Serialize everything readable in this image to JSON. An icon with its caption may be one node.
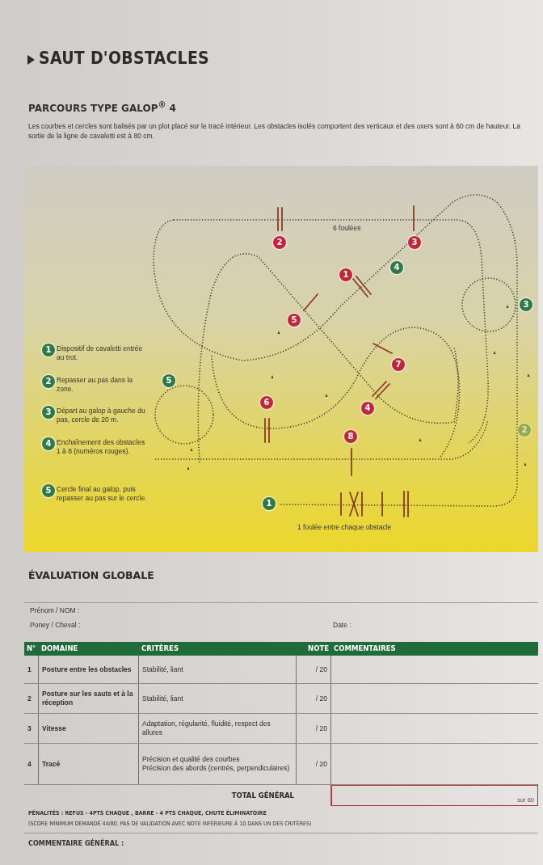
{
  "diagram": {
    "title": "SAUT D'OBSTACLES",
    "nodes": [
      {
        "text": [
          "2"
        ]
      },
      {
        "text": [
          "3"
        ]
      },
      {
        "text": [
          "4"
        ]
      },
      {
        "text": [
          "1"
        ]
      },
      {
        "text": [
          "3"
        ]
      },
      {
        "text": [
          "5"
        ]
      },
      {
        "text": [
          "7"
        ]
      },
      {
        "text": [
          "5"
        ]
      },
      {
        "text": [
          "6"
        ]
      },
      {
        "text": [
          "4"
        ]
      },
      {
        "text": [
          "2"
        ]
      },
      {
        "text": [
          "8"
        ]
      },
      {
        "text": [
          "1"
        ]
      },
      {
        "text": [
          "1"
        ],
        "beside": [
          "Dispositif de cavaletti entrée au trot."
        ]
      },
      {
        "text": [
          "2"
        ],
        "beside": [
          "Repasser au pas dans la zone."
        ]
      },
      {
        "text": [
          "3"
        ],
        "beside": [
          "Départ au galop à gauche du pas, cercle de 20 m."
        ]
      },
      {
        "text": [
          "4"
        ],
        "beside": [
          "Enchaînement des obstacles 1 à 8 (numéros rouges)."
        ]
      },
      {
        "text": [
          "5"
        ],
        "beside": [
          "Cercle final au galop, puis repasser au pas sur le cercle."
        ]
      }
    ],
    "labels": [
      "PARCOURS TYPE GALOP$^{®}$ 4",
      "Les courbes et cercles sont balisés par un plot placé sur le tracé intérieur. Les obstacles isolés comportent des verticaux et des oxers sont à 60 cm de hauteur. La sortie de la ligne de cavaletti est à 80 cm.",
      "6 foulées",
      "1 foulée entre chaque obstacle",
      "ÉVALUATION GLOBALE",
      "Prénom / NOM :",
      "Poney / Cheval :",
      "Date :",
      "N°",
      "DOMAINE",
      "CRITÈRES",
      "NOTE",
      "COMMENTAIRES",
      "1",
      "Posture entre les obstacles",
      "Stabilité, liant",
      "/ 20",
      "2",
      "Posture sur les sauts et à la réception",
      "Stabilité, liant",
      "/ 20",
      "3",
      "Vitesse",
      "Adaptation, régularité, fluidité, respect des allures",
      "/ 20",
      "4",
      "Tracé",
      "Précision et qualité des courbes",
      "Précision des abords (centrés, perpendiculaires)",
      "/ 20",
      "TOTAL GÉNÉRAL",
      "sur 80",
      "PÉNALITÉS : REFUS - 4PTS CHAQUE , BARRE - 4 PTS CHAQUE, CHUTE ÉLIMINATOIRE",
      "(SCORE MINIMUM DEMANDÉ 44/80. PAS DE VALIDATION AVEC NOTE INFÉRIEURE À 10 DANS UN DES CRITÈRES)",
      "COMMENTAIRE GÉNÉRAL :"
    ]
  }
}
